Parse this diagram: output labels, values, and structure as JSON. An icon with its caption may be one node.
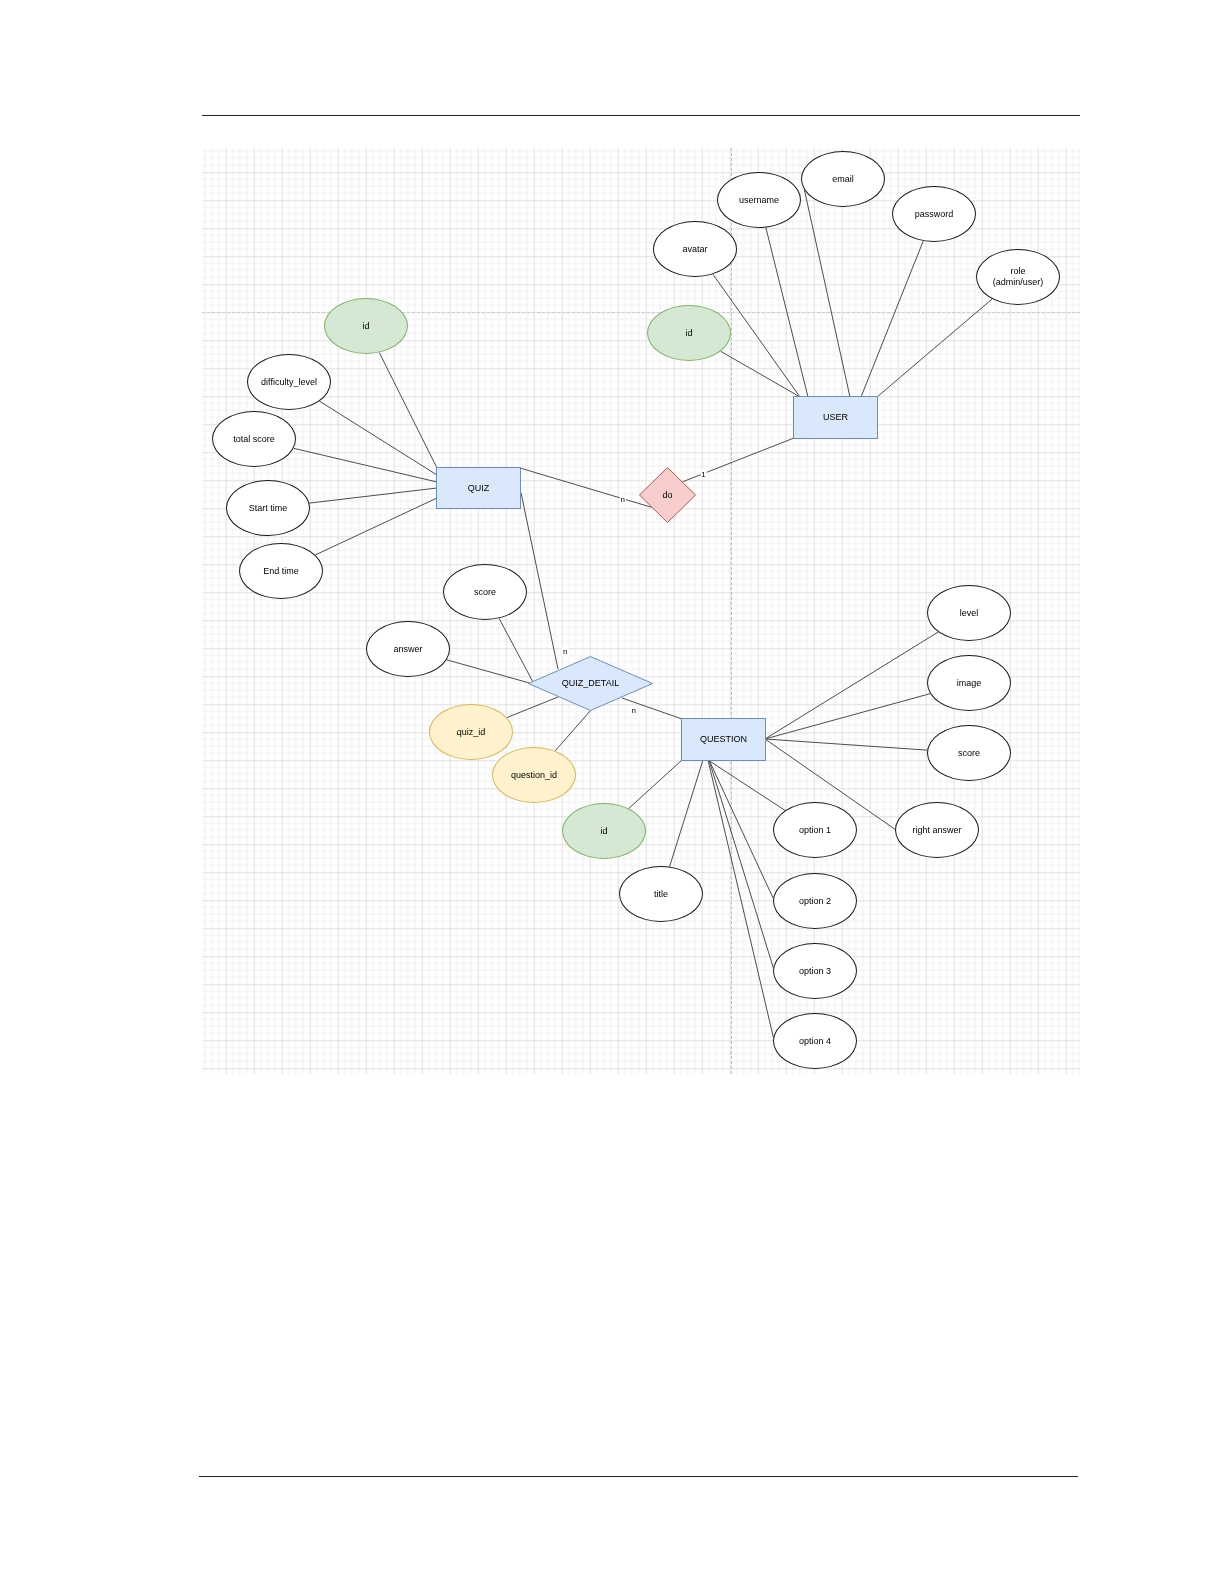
{
  "diagram": {
    "nodes": [
      {
        "text": [
          "email"
        ]
      },
      {
        "text": [
          "username"
        ]
      },
      {
        "text": [
          "password"
        ]
      },
      {
        "text": [
          "avatar"
        ]
      },
      {
        "text": [
          "role (admin/user)"
        ]
      },
      {
        "text": [
          "id"
        ]
      },
      {
        "text": [
          "id"
        ]
      },
      {
        "text": [
          "difficulty_level"
        ]
      },
      {
        "text": [
          "USER"
        ]
      },
      {
        "text": [
          "total score"
        ]
      },
      {
        "text": [
          "QUIZ"
        ]
      },
      {
        "text": [
          "do"
        ]
      },
      {
        "text": [
          "Start time"
        ]
      },
      {
        "text": [
          "End time"
        ]
      },
      {
        "text": [
          "score"
        ]
      },
      {
        "text": [
          "level"
        ]
      },
      {
        "text": [
          "answer"
        ]
      },
      {
        "text": [
          "QUIZ_DETAIL"
        ]
      },
      {
        "text": [
          "image"
        ]
      },
      {
        "text": [
          "quiz_id"
        ]
      },
      {
        "text": [
          "QUESTION"
        ]
      },
      {
        "text": [
          "score"
        ]
      },
      {
        "text": [
          "question_id"
        ]
      },
      {
        "text": [
          "id"
        ]
      },
      {
        "text": [
          "option 1"
        ]
      },
      {
        "text": [
          "right answer"
        ]
      },
      {
        "text": [
          "title"
        ]
      },
      {
        "text": [
          "option 2"
        ]
      },
      {
        "text": [
          "option 3"
        ]
      },
      {
        "text": [
          "option 4"
        ]
      }
    ],
    "edges": [
      {
        "from": 5,
        "to": 10,
        "arrow": "none"
      },
      {
        "from": 7,
        "to": 10,
        "arrow": "none"
      },
      {
        "from": 9,
        "to": 10,
        "arrow": "none"
      },
      {
        "from": 12,
        "to": 10,
        "arrow": "none"
      },
      {
        "from": 13,
        "to": 10,
        "arrow": "none"
      },
      {
        "from": 10,
        "to": 11,
        "arrow": "none",
        "label": "n"
      },
      {
        "from": 11,
        "to": 8,
        "arrow": "none",
        "label": "1"
      },
      {
        "from": 10,
        "to": 17,
        "arrow": "none",
        "label": "n"
      },
      {
        "from": 17,
        "to": 20,
        "arrow": "none",
        "label": "n"
      },
      {
        "from": 14,
        "to": 17,
        "arrow": "none"
      },
      {
        "from": 16,
        "to": 17,
        "arrow": "none"
      },
      {
        "from": 19,
        "to": 17,
        "arrow": "none"
      },
      {
        "from": 22,
        "to": 17,
        "arrow": "none"
      },
      {
        "from": 23,
        "to": 20,
        "arrow": "none"
      },
      {
        "from": 26,
        "to": 20,
        "arrow": "none"
      },
      {
        "from": 24,
        "to": 20,
        "arrow": "none"
      },
      {
        "from": 27,
        "to": 20,
        "arrow": "none"
      },
      {
        "from": 28,
        "to": 20,
        "arrow": "none"
      },
      {
        "from": 29,
        "to": 20,
        "arrow": "none"
      },
      {
        "from": 15,
        "to": 20,
        "arrow": "none"
      },
      {
        "from": 18,
        "to": 20,
        "arrow": "none"
      },
      {
        "from": 21,
        "to": 20,
        "arrow": "none"
      },
      {
        "from": 25,
        "to": 20,
        "arrow": "none"
      },
      {
        "from": 6,
        "to": 8,
        "arrow": "none"
      },
      {
        "from": 3,
        "to": 8,
        "arrow": "none"
      },
      {
        "from": 1,
        "to": 8,
        "arrow": "none"
      },
      {
        "from": 0,
        "to": 8,
        "arrow": "none"
      },
      {
        "from": 2,
        "to": 8,
        "arrow": "none"
      },
      {
        "from": 4,
        "to": 8,
        "arrow": "none"
      }
    ]
  }
}
